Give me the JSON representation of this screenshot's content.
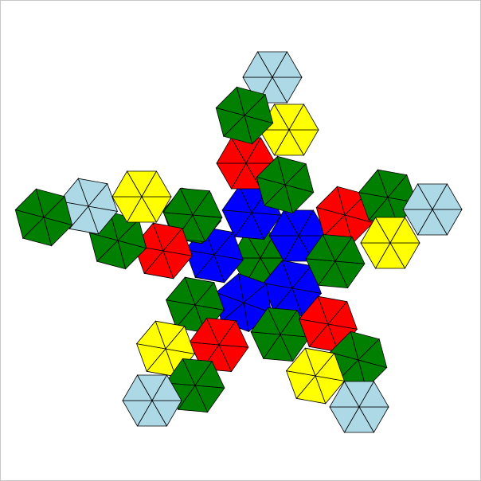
{
  "diagram": {
    "type": "net of hexagonal faces arranged as five-armed star",
    "colors": {
      "blue": "#0000ff",
      "green": "#007f00",
      "red": "#ff0000",
      "yellow": "#ffff00",
      "light_blue": "#add8e6",
      "outline": "#000000",
      "background": "#ffffff",
      "frame": "#c8c8c8"
    },
    "hexagons": [
      {
        "name": "center-green",
        "color": "green"
      },
      {
        "name": "inner-blue-1",
        "color": "blue"
      },
      {
        "name": "inner-blue-2",
        "color": "blue"
      },
      {
        "name": "inner-blue-3",
        "color": "blue"
      },
      {
        "name": "inner-blue-4",
        "color": "blue"
      },
      {
        "name": "inner-blue-5",
        "color": "blue"
      },
      {
        "name": "arm-top-green-left",
        "color": "green"
      },
      {
        "name": "arm-top-red",
        "color": "red"
      },
      {
        "name": "arm-top-green",
        "color": "green"
      },
      {
        "name": "arm-top-yellow",
        "color": "yellow"
      },
      {
        "name": "arm-top-light-blue",
        "color": "light_blue"
      },
      {
        "name": "arm-top-green-mid",
        "color": "green"
      },
      {
        "name": "arm-right-red",
        "color": "red"
      },
      {
        "name": "arm-right-green-low",
        "color": "green"
      },
      {
        "name": "arm-right-green",
        "color": "green"
      },
      {
        "name": "arm-right-yellow",
        "color": "yellow"
      },
      {
        "name": "arm-right-light-blue",
        "color": "light_blue"
      },
      {
        "name": "arm-lowright-green",
        "color": "green"
      },
      {
        "name": "arm-lowright-red",
        "color": "red"
      },
      {
        "name": "arm-lowright-green-2",
        "color": "green"
      },
      {
        "name": "arm-lowright-yellow",
        "color": "yellow"
      },
      {
        "name": "arm-lowright-light-blue",
        "color": "light_blue"
      },
      {
        "name": "arm-lowleft-green",
        "color": "green"
      },
      {
        "name": "arm-lowleft-red",
        "color": "red"
      },
      {
        "name": "arm-lowleft-yellow",
        "color": "yellow"
      },
      {
        "name": "arm-lowleft-green-2",
        "color": "green"
      },
      {
        "name": "arm-lowleft-light-blue",
        "color": "light_blue"
      },
      {
        "name": "arm-left-green-top",
        "color": "green"
      },
      {
        "name": "arm-left-red",
        "color": "red"
      },
      {
        "name": "arm-left-green",
        "color": "green"
      },
      {
        "name": "arm-left-yellow",
        "color": "yellow"
      },
      {
        "name": "arm-left-light-blue",
        "color": "light_blue"
      },
      {
        "name": "arm-left-green-end",
        "color": "green"
      }
    ]
  }
}
